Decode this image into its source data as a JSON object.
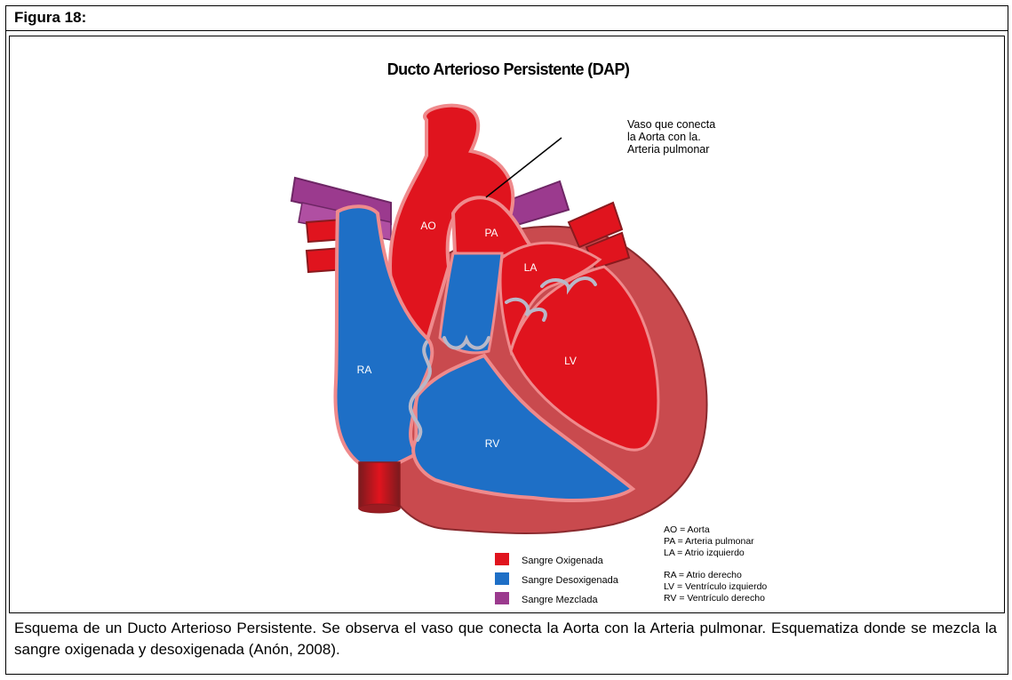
{
  "figure": {
    "label": "Figura  18:",
    "title": "Ducto Arterioso Persistente (DAP)",
    "callout": [
      "Vaso que conecta",
      "la Aorta con la.",
      "Arteria pulmonar"
    ],
    "chamber_labels": {
      "ao": "AO",
      "pa": "PA",
      "la": "LA",
      "lv": "LV",
      "ra": "RA",
      "rv": "RV"
    },
    "legend": [
      {
        "label": "Sangre Oxigenada",
        "color": "#e0141e"
      },
      {
        "label": "Sangre Desoxigenada",
        "color": "#1e6fc6"
      },
      {
        "label": "Sangre Mezclada",
        "color": "#9b3a8e"
      }
    ],
    "abbreviations": [
      "AO = Aorta",
      "PA = Arteria pulmonar",
      "LA = Atrio izquierdo",
      "RA = Atrio derecho",
      "LV = Ventrículo izquierdo",
      "RV = Ventrículo derecho"
    ],
    "caption": "Esquema de un Ducto Arterioso Persistente. Se observa el vaso que conecta la Aorta con la Arteria pulmonar. Esquematiza donde se mezcla la sangre oxigenada y desoxigenada (Anón, 2008)."
  },
  "colors": {
    "oxygenated": "#e0141e",
    "deoxygenated": "#1e6fc6",
    "mixed": "#9b3a8e",
    "muscle": "#c94a4e",
    "muscle_dark": "#a8353a",
    "valve": "#b8b8c8"
  }
}
